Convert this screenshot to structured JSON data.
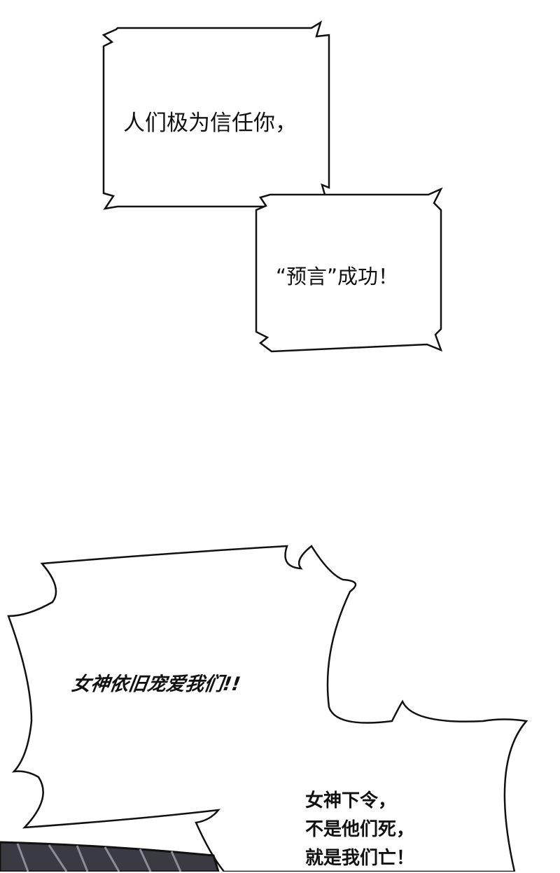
{
  "panel_top": {
    "bubble_1": {
      "text": "人们极为信任你，"
    },
    "bubble_2": {
      "text": "“预言”成功！"
    }
  },
  "panel_bottom": {
    "bubble_3": {
      "text": "女神依旧宠爱我们!!"
    },
    "bubble_4": {
      "lines": [
        "女神下令，",
        "不是他们死，",
        "就是我们亡！"
      ]
    }
  }
}
